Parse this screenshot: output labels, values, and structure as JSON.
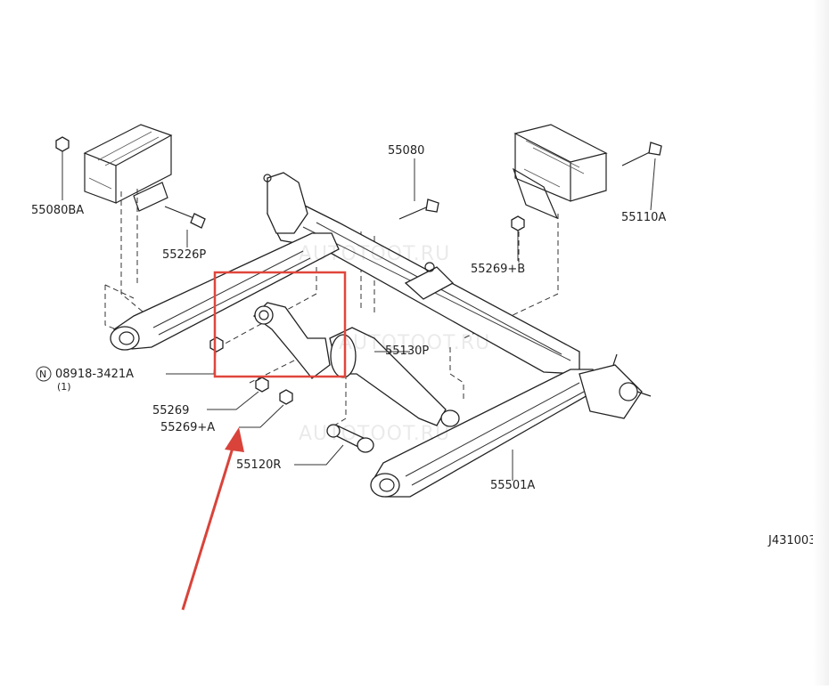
{
  "diagram": {
    "drawing_code": "J431003",
    "callouts": [
      {
        "id": "c-55080ba",
        "text": "55080BA"
      },
      {
        "id": "c-55226p",
        "text": "55226P"
      },
      {
        "id": "c-55080",
        "text": "55080"
      },
      {
        "id": "c-55110a",
        "text": "55110A"
      },
      {
        "id": "c-55269b",
        "text": "55269+B"
      },
      {
        "id": "c-08918",
        "text": "08918-3421A"
      },
      {
        "id": "c-08918-qty",
        "text": "(1)"
      },
      {
        "id": "c-55130p",
        "text": "55130P"
      },
      {
        "id": "c-55269",
        "text": "55269"
      },
      {
        "id": "c-55269a",
        "text": "55269+A"
      },
      {
        "id": "c-55120r",
        "text": "55120R"
      },
      {
        "id": "c-55501a",
        "text": "55501A"
      }
    ],
    "nut_symbol": "N",
    "watermarks": [
      "AUTOTOOT.RU",
      "AUTOTOOT.RU",
      "AUTOTOOT.RU"
    ]
  },
  "annotations": {
    "highlight_color": "#e0463c",
    "arrow_color": "#d9433a"
  }
}
